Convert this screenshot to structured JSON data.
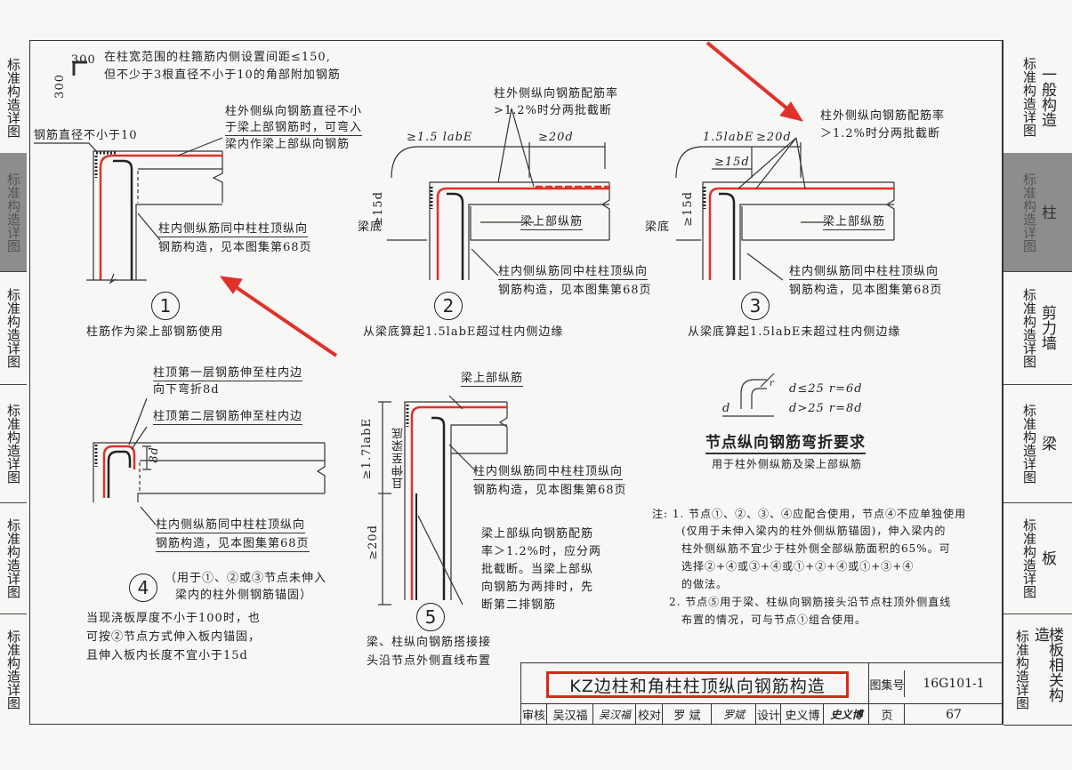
{
  "sidebar_right": [
    {
      "series": "标准构造详图",
      "section": "一般构造",
      "active": false
    },
    {
      "series": "标准构造详图",
      "section": "柱",
      "active": true
    },
    {
      "series": "标准构造详图",
      "section": "剪力墙",
      "active": false
    },
    {
      "series": "标准构造详图",
      "section": "梁",
      "active": false
    },
    {
      "series": "标准构造详图",
      "section": "板",
      "active": false
    },
    {
      "series": "标准构造详图",
      "section": "楼板相关构造",
      "active": false
    }
  ],
  "sidebar_left": [
    "标准构造详图",
    "标准构造详图",
    "标准构造详图",
    "标准构造详图",
    "标准构造详图",
    "标准构造详图"
  ],
  "node1": {
    "dim_h": "300",
    "dim_v": "300",
    "note_top": [
      "在柱宽范围的柱箍筋内侧设置间距≤150,",
      "但不少于3根直径不小于10的角部附加钢筋"
    ],
    "bar_dia": "钢筋直径不小于10",
    "outer": [
      "柱外侧纵向钢筋直径不小",
      "于梁上部钢筋时，可弯入",
      "梁内作梁上部纵向钢筋"
    ],
    "inner": [
      "柱内侧纵筋同中柱柱顶纵向",
      "钢筋构造，见本图集第68页"
    ],
    "num": "1",
    "caption": "柱筋作为梁上部钢筋使用"
  },
  "node2": {
    "ratio": [
      "柱外侧纵向钢筋配筋率",
      ">1.2%时分两批截断"
    ],
    "dim1": "≥1.5 labE",
    "dim2": "≥20d",
    "beam_bottom": "梁底",
    "dim15": "≥15d",
    "beam_bar": "梁上部纵筋",
    "inner": [
      "柱内侧纵筋同中柱柱顶纵向",
      "钢筋构造，见本图集第68页"
    ],
    "num": "2",
    "caption": "从梁底算起1.5labE超过柱内侧边缘"
  },
  "node3": {
    "ratio": [
      "柱外侧纵向钢筋配筋率",
      "＞1.2%时分两批截断"
    ],
    "dim1": "1.5labE",
    "dim2": "≥20d",
    "dim3": "≥15d",
    "beam_bottom": "梁底",
    "dim15": "≥15d",
    "beam_bar": "梁上部纵筋",
    "inner": [
      "柱内侧纵筋同中柱柱顶纵向",
      "钢筋构造，见本图集第68页"
    ],
    "num": "3",
    "caption": "从梁底算起1.5labE未超过柱内侧边缘"
  },
  "node4": {
    "layer1": [
      "柱顶第一层钢筋伸至柱内边",
      "向下弯折8d"
    ],
    "layer2": "柱顶第二层钢筋伸至柱内边",
    "dim": "8d",
    "inner": [
      "柱内侧纵筋同中柱柱顶纵向",
      "钢筋构造，见本图集第68页"
    ],
    "num": "4",
    "paren": [
      "（用于①、②或③节点未伸入",
      "梁内的柱外侧钢筋锚固）"
    ],
    "slab": [
      "当现浇板厚度不小于100时，也",
      "可按②节点方式伸入板内锚固，",
      "且伸入板内长度不宜小于15d"
    ]
  },
  "node5": {
    "beam_bar": "梁上部纵筋",
    "dim17": "≥1.7labE",
    "extend": "且伸至梁底",
    "dim20": "≥20d",
    "inner": [
      "柱内侧纵筋同中柱柱顶纵向",
      "钢筋构造，见本图集第68页"
    ],
    "ratio": [
      "梁上部纵向钢筋配筋",
      "率＞1.2%时，应分两",
      "批截断。当梁上部纵",
      "向钢筋为两排时，先",
      "断第二排钢筋"
    ],
    "num": "5",
    "caption": [
      "梁、柱纵向钢筋搭接接",
      "头沿节点外侧直线布置"
    ]
  },
  "bend": {
    "d": "d",
    "r": "r",
    "rule1": "d≤25  r=6d",
    "rule2": "d>25  r=8d",
    "title": "节点纵向钢筋弯折要求",
    "subtitle": "用于柱外侧纵筋及梁上部纵筋"
  },
  "notes": [
    "注: 1. 节点①、②、③、④应配合使用，节点④不应单独使用",
    "(仅用于未伸入梁内的柱外侧纵筋锚固)，伸入梁内的",
    "柱外侧纵筋不宜少于柱外侧全部纵筋面积的65%。可",
    "选择②+④或③+④或①+②+④或①+③+④",
    "的做法。",
    "2. 节点⑤用于梁、柱纵向钢筋接头沿节点柱顶外侧直线",
    "布置的情况，可与节点①组合使用。"
  ],
  "titleblock": {
    "title": "KZ边柱和角柱柱顶纵向钢筋构造",
    "atlas_label": "图集号",
    "atlas_no": "16G101-1",
    "page_label": "页",
    "page_no": "67",
    "review_label": "审核",
    "reviewer": "吴汉福",
    "reviewer_sig": "吴汉福",
    "check_label": "校对",
    "checker": "罗  斌",
    "checker_sig": "罗斌",
    "design_label": "设计",
    "designer": "史义博",
    "designer_sig": "史义博"
  },
  "colors": {
    "rebar_red": "#e0312a",
    "highlight": "#d9261c",
    "gray_tab": "#8d8d8d"
  }
}
